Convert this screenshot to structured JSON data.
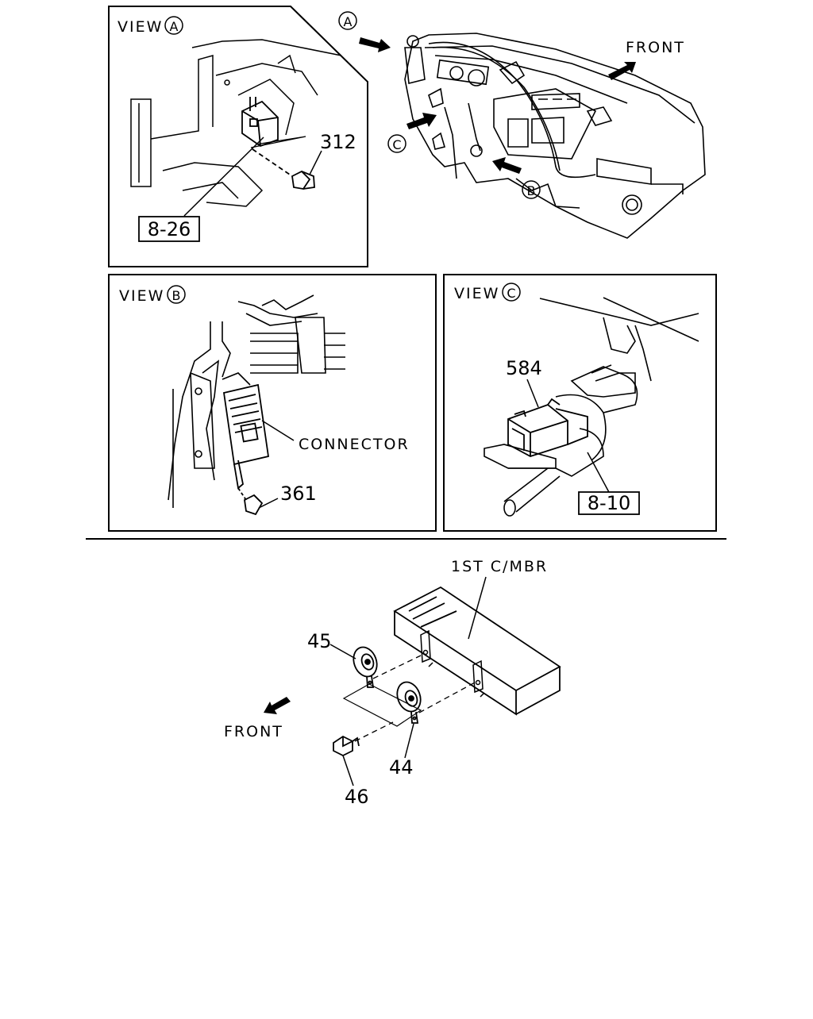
{
  "panels": {
    "view_a": {
      "label": "VIEW",
      "letter": "A",
      "ref": "8-26",
      "part": "312"
    },
    "view_b": {
      "label": "VIEW",
      "letter": "B",
      "part": "361",
      "connector_label": "CONNECTOR"
    },
    "view_c": {
      "label": "VIEW",
      "letter": "C",
      "ref": "8-10",
      "part": "584"
    }
  },
  "dashboard": {
    "front_label": "FRONT",
    "arrow_a": "A",
    "arrow_b": "B",
    "arrow_c": "C"
  },
  "horn_assembly": {
    "member_label": "1ST C/MBR",
    "front_label": "FRONT",
    "part_45": "45",
    "part_44": "44",
    "part_46": "46"
  }
}
